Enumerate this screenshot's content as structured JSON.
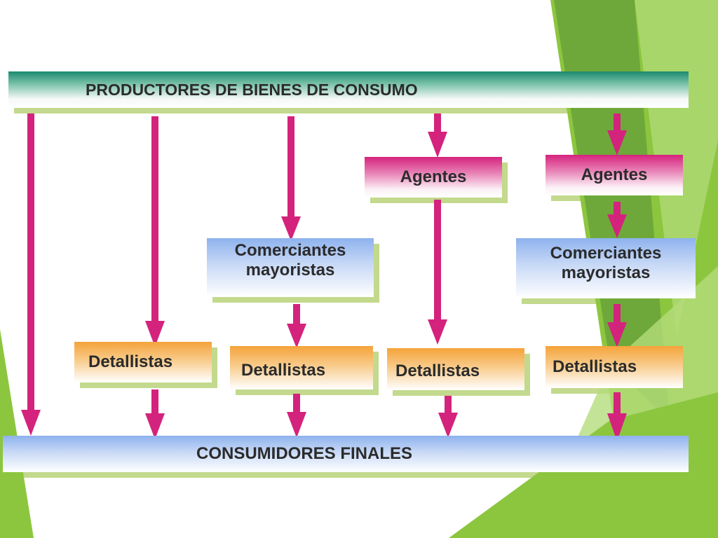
{
  "producers": "PRODUCTORES DE BIENES DE CONSUMO",
  "agents": [
    "Agentes",
    "Agentes"
  ],
  "wholesalers": [
    "Comerciantes mayoristas",
    "Comerciantes mayoristas"
  ],
  "retailers": [
    "Detallistas",
    "Detallistas",
    "Detallistas",
    "Detallistas"
  ],
  "consumers": "CONSUMIDORES FINALES",
  "colors": {
    "arrow": "#d4237c",
    "producers_box": "#1b8a6e",
    "agents_box": "#d5237e",
    "wholesalers_box": "#8eb2ee",
    "retailers_box": "#f5a33a",
    "consumers_box": "#8eb2ee",
    "box_shadow": "#c3d98d",
    "background_accent": "#8cc63f"
  }
}
